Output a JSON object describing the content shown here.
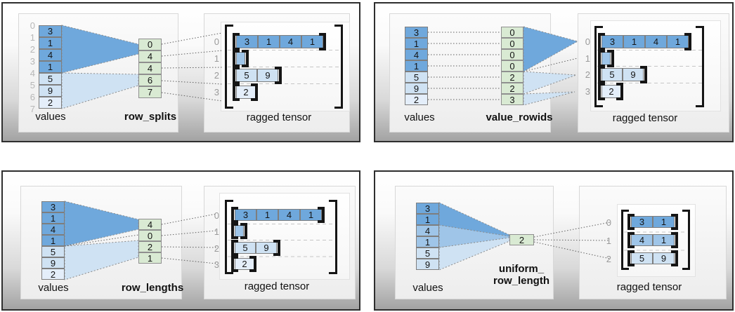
{
  "colors": {
    "dark_blue": "#6fa8dc",
    "mid_blue": "#9fc5e8",
    "light_blue": "#cfe2f3",
    "pale_blue": "#e4eefa",
    "green": "#d9ead3"
  },
  "panels": {
    "row_splits": {
      "values_label": "values",
      "param_label": "row_splits",
      "tensor_label": "ragged tensor",
      "indices": [
        "0",
        "1",
        "2",
        "3",
        "4",
        "5",
        "6",
        "7"
      ],
      "values": [
        "3",
        "1",
        "4",
        "1",
        "5",
        "9",
        "2"
      ],
      "param": [
        "0",
        "4",
        "4",
        "6",
        "7"
      ],
      "row_labels": [
        "0",
        "1",
        "2",
        "3"
      ],
      "r0": [
        "3",
        "1",
        "4",
        "1"
      ],
      "r2": [
        "5",
        "9"
      ],
      "r3": [
        "2"
      ]
    },
    "value_rowids": {
      "values_label": "values",
      "param_label": "value_rowids",
      "tensor_label": "ragged tensor",
      "values": [
        "3",
        "1",
        "4",
        "1",
        "5",
        "9",
        "2"
      ],
      "param": [
        "0",
        "0",
        "0",
        "0",
        "2",
        "2",
        "3"
      ],
      "row_labels": [
        "0",
        "1",
        "2",
        "3"
      ],
      "r0": [
        "3",
        "1",
        "4",
        "1"
      ],
      "r2": [
        "5",
        "9"
      ],
      "r3": [
        "2"
      ]
    },
    "row_lengths": {
      "values_label": "values",
      "param_label": "row_lengths",
      "tensor_label": "ragged tensor",
      "values": [
        "3",
        "1",
        "4",
        "1",
        "5",
        "9",
        "2"
      ],
      "param": [
        "4",
        "0",
        "2",
        "1"
      ],
      "row_labels": [
        "0",
        "1",
        "2",
        "3"
      ],
      "r0": [
        "3",
        "1",
        "4",
        "1"
      ],
      "r2": [
        "5",
        "9"
      ],
      "r3": [
        "2"
      ]
    },
    "uniform_row_length": {
      "values_label": "values",
      "param_label_1": "uniform_",
      "param_label_2": "row_length",
      "tensor_label": "ragged tensor",
      "values": [
        "3",
        "1",
        "4",
        "1",
        "5",
        "9"
      ],
      "param": [
        "2"
      ],
      "row_labels": [
        "0",
        "1",
        "2"
      ],
      "r0": [
        "3",
        "1"
      ],
      "r1": [
        "4",
        "1"
      ],
      "r2": [
        "5",
        "9"
      ]
    }
  }
}
